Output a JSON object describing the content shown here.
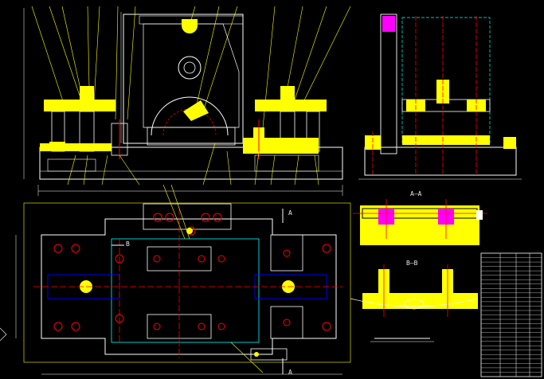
{
  "drawing": {
    "background": "#000000",
    "colors": {
      "yellow": "#ffff00",
      "white": "#ffffff",
      "cyan": "#00ffff",
      "red": "#ff0000",
      "blue": "#0000ff",
      "magenta": "#ff00ff",
      "green": "#00ff00"
    }
  },
  "section_labels": {
    "aa": "A–A",
    "bb": "B–B"
  },
  "cut_markers": {
    "a_top": "A",
    "a_bottom": "A",
    "b_left": "B"
  },
  "title_block": {
    "rows": 28
  }
}
